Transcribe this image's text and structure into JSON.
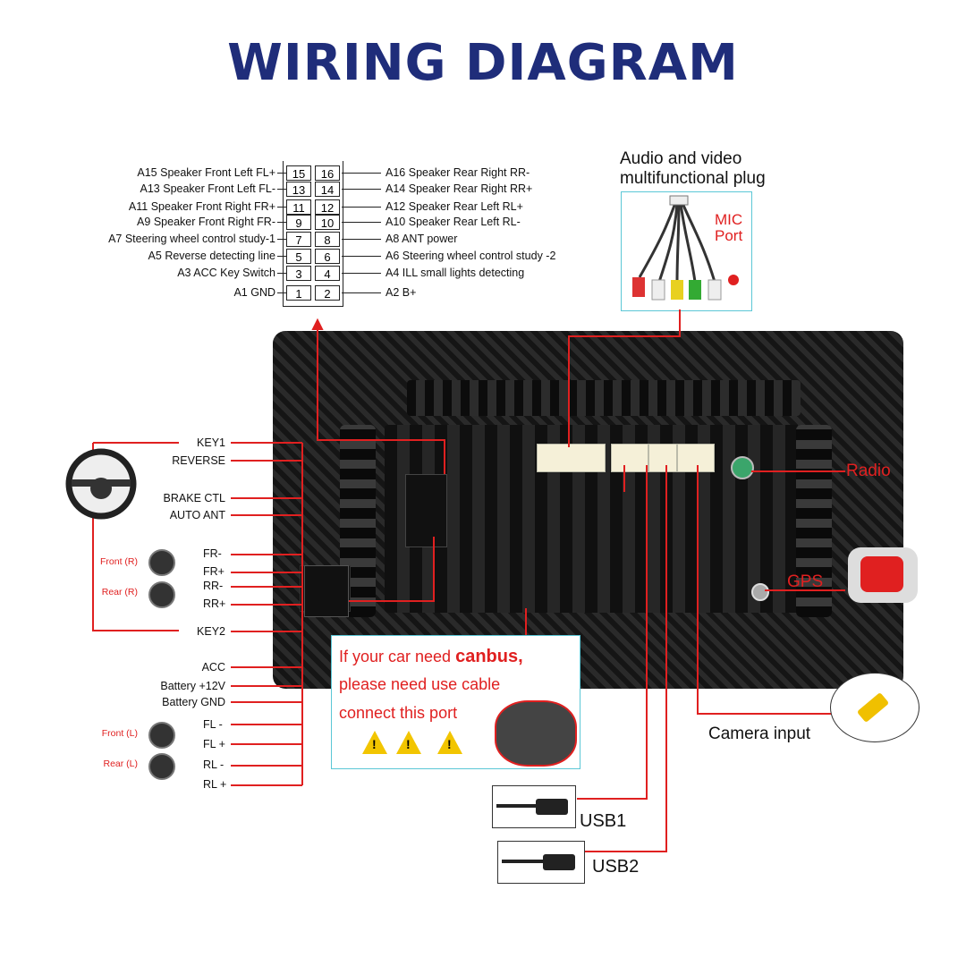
{
  "title": "WIRING DIAGRAM",
  "pins_left": [
    {
      "code": "A15",
      "label": "Speaker Front Left FL+",
      "pin": "15"
    },
    {
      "code": "A13",
      "label": "Speaker Front Left FL-",
      "pin": "13"
    },
    {
      "code": "A11",
      "label": "Speaker Front Right FR+",
      "pin": "11"
    },
    {
      "code": "A9",
      "label": "Speaker Front Right FR-",
      "pin": "9"
    },
    {
      "code": "A7",
      "label": "Steering wheel control study-1",
      "pin": "7"
    },
    {
      "code": "A5",
      "label": "Reverse detecting line",
      "pin": "5"
    },
    {
      "code": "A3",
      "label": "ACC Key Switch",
      "pin": "3"
    },
    {
      "code": "A1",
      "label": "GND",
      "pin": "1"
    }
  ],
  "pins_right": [
    {
      "code": "A16",
      "label": "Speaker Rear Right RR-",
      "pin": "16"
    },
    {
      "code": "A14",
      "label": "Speaker Rear Right RR+",
      "pin": "14"
    },
    {
      "code": "A12",
      "label": "Speaker Rear Left RL+",
      "pin": "12"
    },
    {
      "code": "A10",
      "label": "Speaker Rear Left RL-",
      "pin": "10"
    },
    {
      "code": "A8",
      "label": "ANT power",
      "pin": "8"
    },
    {
      "code": "A6",
      "label": "Steering wheel control study -2",
      "pin": "6"
    },
    {
      "code": "A4",
      "label": "ILL small lights detecting",
      "pin": "4"
    },
    {
      "code": "A2",
      "label": "B+",
      "pin": "2"
    }
  ],
  "av_plug": {
    "title_line1": "Audio and video",
    "title_line2": "multifunctional plug",
    "mic_line1": "MIC",
    "mic_line2": "Port"
  },
  "harness": {
    "key1": "KEY1",
    "reverse": "REVERSE",
    "brake": "BRAKE CTL",
    "auto_ant": "AUTO ANT",
    "front_r": "Front (R)",
    "rear_r": "Rear (R)",
    "fr_minus": "FR-",
    "fr_plus": "FR+",
    "rr_minus": "RR-",
    "rr_plus": "RR+",
    "key2": "KEY2",
    "acc": "ACC",
    "battery12": "Battery +12V",
    "battery_gnd": "Battery GND",
    "front_l": "Front (L)",
    "rear_l": "Rear (L)",
    "fl_minus": "FL -",
    "fl_plus": "FL +",
    "rl_minus": "RL -",
    "rl_plus": "RL +"
  },
  "ports": {
    "radio": "Radio",
    "gps": "GPS",
    "camera": "Camera input",
    "usb1": "USB1",
    "usb2": "USB2"
  },
  "canbus": {
    "line1_a": "If your car need ",
    "line1_b": "canbus,",
    "line2": "please need use cable",
    "line3": "connect this port"
  },
  "colors": {
    "title": "#1f2d7a",
    "wire": "#e02020",
    "cyan": "#5bc7d6"
  }
}
